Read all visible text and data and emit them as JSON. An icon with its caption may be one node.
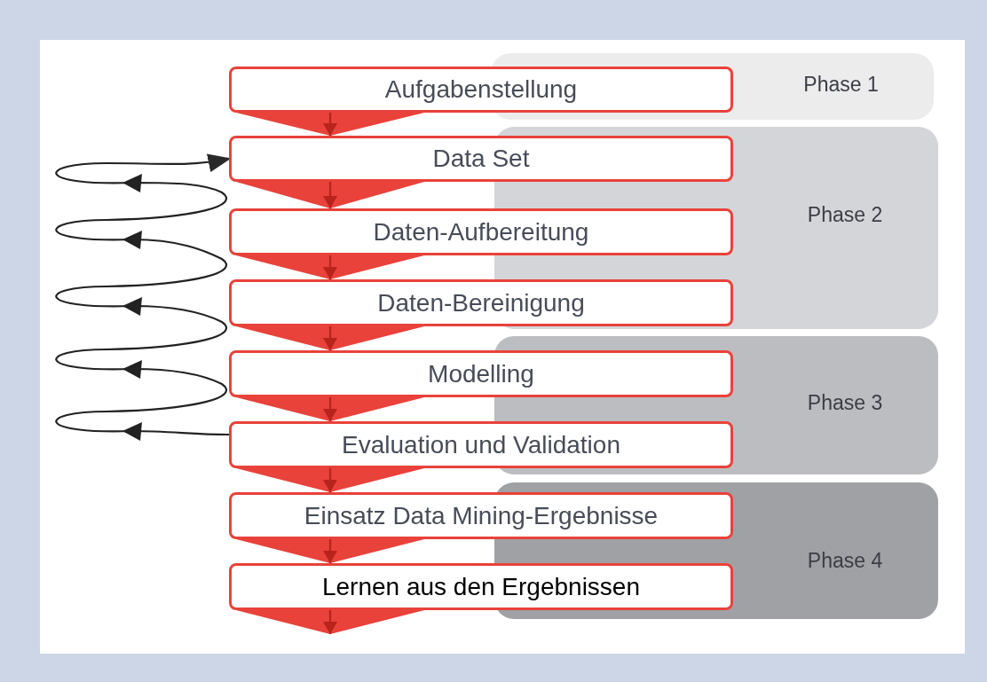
{
  "diagram": {
    "nodes": [
      {
        "text": [
          "Aufgabenstellung"
        ]
      },
      {
        "text": [
          "Data Set"
        ]
      },
      {
        "text": [
          "Daten-Aufbereitung"
        ]
      },
      {
        "text": [
          "Daten-Bereinigung"
        ]
      },
      {
        "text": [
          "Modelling"
        ]
      },
      {
        "text": [
          "Evaluation und Validation"
        ]
      },
      {
        "text": [
          "Einsatz Data Mining-Ergebnisse"
        ]
      },
      {
        "text": [
          "Lernen aus den Ergebnissen"
        ]
      },
      {
        "text": [
          "Phase 1"
        ]
      },
      {
        "text": [
          "Phase 2"
        ]
      },
      {
        "text": [
          "Phase 3"
        ]
      },
      {
        "text": [
          "Phase 4"
        ]
      }
    ],
    "edges": [
      {
        "from": 0,
        "to": 1,
        "arrow": "to"
      },
      {
        "from": 1,
        "to": 2,
        "arrow": "to"
      },
      {
        "from": 2,
        "to": 3,
        "arrow": "to"
      },
      {
        "from": 3,
        "to": 4,
        "arrow": "to"
      },
      {
        "from": 4,
        "to": 5,
        "arrow": "to"
      },
      {
        "from": 5,
        "to": 6,
        "arrow": "to"
      },
      {
        "from": 6,
        "to": 7,
        "arrow": "to"
      },
      {
        "from": 7,
        "to": null,
        "arrow": "to"
      },
      {
        "from": 5,
        "to": 1,
        "arrow": "to",
        "color": "#222222"
      }
    ]
  }
}
